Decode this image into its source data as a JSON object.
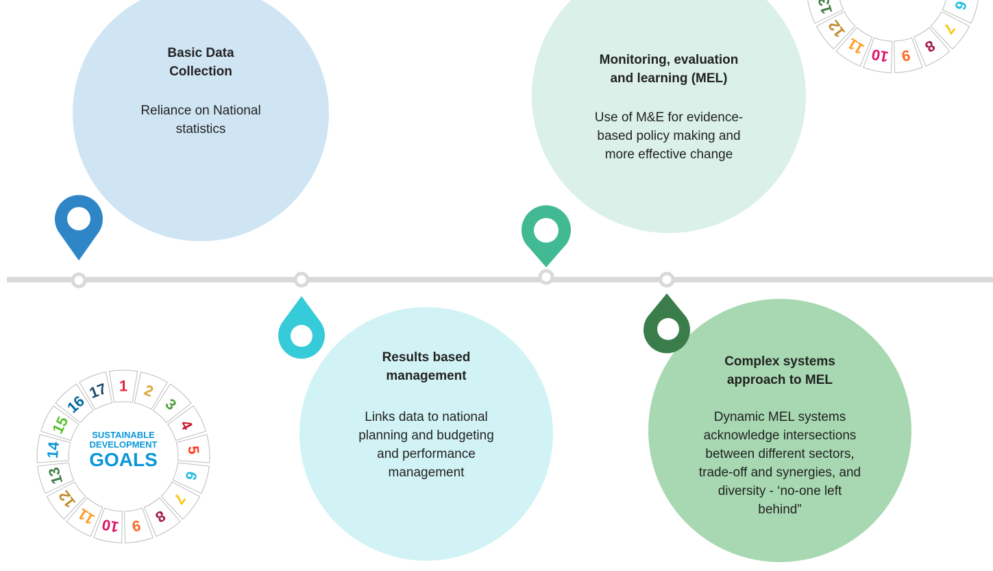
{
  "milestones": [
    {
      "title": "Basic Data\nCollection",
      "description": "Reliance on National\nstatistics",
      "color": "#d0e5f4",
      "pin_color": "#2f86c6"
    },
    {
      "title": "Monitoring, evaluation\nand learning (MEL)",
      "description": "Use of M&E for evidence-\nbased policy making and\nmore effective change",
      "color": "#daf0e8",
      "pin_color": "#41b993"
    },
    {
      "title": "Results based\nmanagement",
      "description": "Links data to national\nplanning and budgeting\nand performance\nmanagement",
      "color": "#d2f3f5",
      "pin_color": "#36cbd8"
    },
    {
      "title": "Complex systems\napproach to MEL",
      "description": "Dynamic MEL systems\nacknowledge intersections\nbetween different sectors,\ntrade-off and synergies, and\ndiversity - ‘no-one left\nbehind”",
      "color": "#a7d8b1",
      "pin_color": "#3a7d4b"
    }
  ],
  "sdg_logo": {
    "line1": "SUSTAINABLE",
    "line2": "DEVELOPMENT",
    "line3": "GOALS",
    "goal_numbers": [
      "1",
      "2",
      "3",
      "4",
      "5",
      "6",
      "7",
      "8",
      "9",
      "10",
      "11",
      "12",
      "13",
      "14",
      "15",
      "16",
      "17"
    ],
    "goal_colors": [
      "#e5243b",
      "#dda63a",
      "#4c9f38",
      "#c5192d",
      "#ff3a21",
      "#26bde2",
      "#fcc30b",
      "#a21942",
      "#fd6925",
      "#dd1367",
      "#fd9d24",
      "#bf8b2e",
      "#3f7e44",
      "#0a97d9",
      "#56c02b",
      "#00689d",
      "#19486a"
    ]
  },
  "timeline_color": "#d9d9d9"
}
